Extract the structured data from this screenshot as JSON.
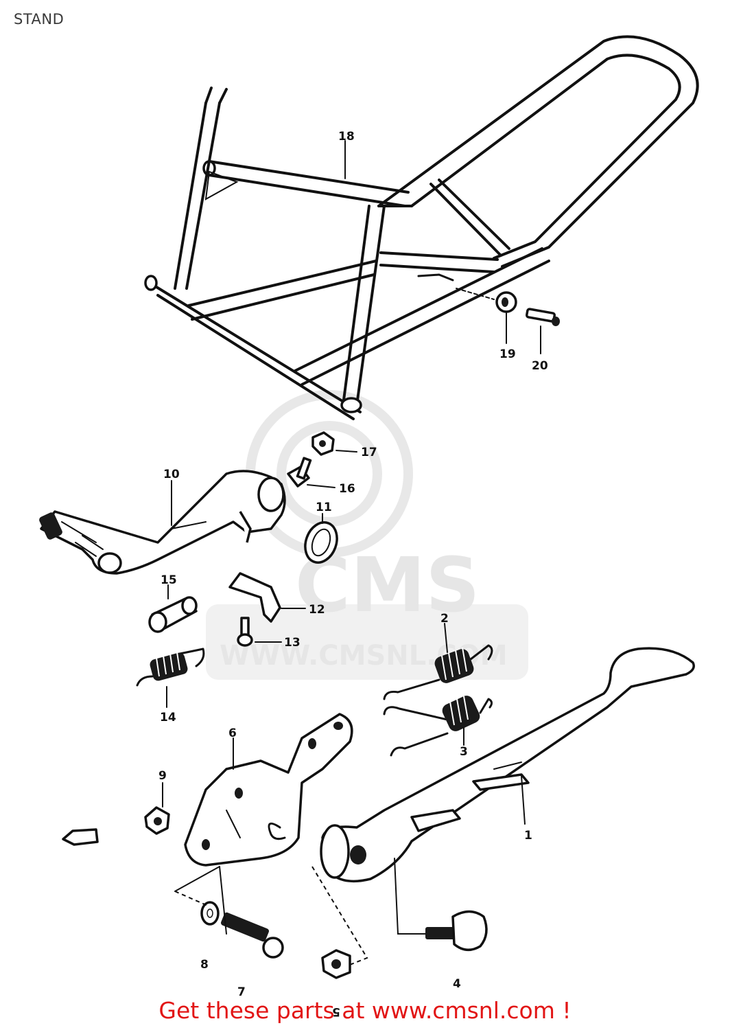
{
  "page": {
    "title": "STAND"
  },
  "watermark": {
    "brand": "CMS",
    "url": "WWW.CMSNL.COM"
  },
  "parts": [
    {
      "ref": "1",
      "name": "side stand"
    },
    {
      "ref": "2",
      "name": "spring"
    },
    {
      "ref": "3",
      "name": "spring"
    },
    {
      "ref": "4",
      "name": "bolt"
    },
    {
      "ref": "5",
      "name": "nut"
    },
    {
      "ref": "6",
      "name": "bracket"
    },
    {
      "ref": "7",
      "name": "bolt"
    },
    {
      "ref": "8",
      "name": "washer"
    },
    {
      "ref": "9",
      "name": "nut"
    },
    {
      "ref": "10",
      "name": "lever"
    },
    {
      "ref": "11",
      "name": "ring"
    },
    {
      "ref": "12",
      "name": "stopper"
    },
    {
      "ref": "13",
      "name": "screw"
    },
    {
      "ref": "14",
      "name": "spring"
    },
    {
      "ref": "15",
      "name": "spacer"
    },
    {
      "ref": "16",
      "name": "bolt"
    },
    {
      "ref": "17",
      "name": "nut"
    },
    {
      "ref": "18",
      "name": "center stand"
    },
    {
      "ref": "19",
      "name": "spacer"
    },
    {
      "ref": "20",
      "name": "bolt"
    }
  ],
  "footer": {
    "link_text": "Get these parts at www.cmsnl.com !"
  }
}
